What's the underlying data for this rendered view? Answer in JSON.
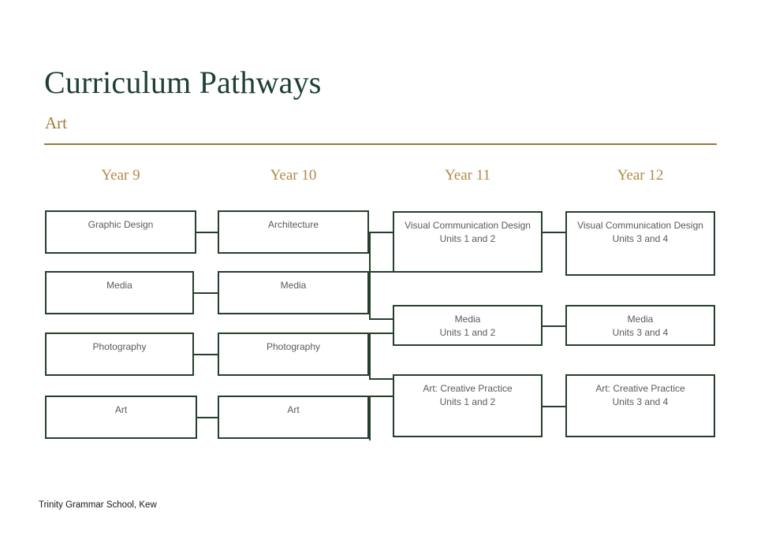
{
  "header": {
    "title": "Curriculum Pathways",
    "subtitle": "Art",
    "rule_color": "#9a7838",
    "title_color": "#1e4034",
    "subtitle_color": "#a07a3c"
  },
  "columns": [
    {
      "label": "Year 9"
    },
    {
      "label": "Year 10"
    },
    {
      "label": "Year 11"
    },
    {
      "label": "Year 12"
    }
  ],
  "theme": {
    "box_border_color": "#24402c",
    "box_text_color": "#5a5a5a",
    "connector_color": "#24402c",
    "background": "#ffffff"
  },
  "nodes": {
    "y9": [
      {
        "line1": "Graphic Design",
        "line2": ""
      },
      {
        "line1": "Media",
        "line2": ""
      },
      {
        "line1": "Photography",
        "line2": ""
      },
      {
        "line1": "Art",
        "line2": ""
      }
    ],
    "y10": [
      {
        "line1": "Architecture",
        "line2": ""
      },
      {
        "line1": "Media",
        "line2": ""
      },
      {
        "line1": "Photography",
        "line2": ""
      },
      {
        "line1": "Art",
        "line2": ""
      }
    ],
    "y11": [
      {
        "line1": "Visual Communication Design",
        "line2": "Units 1 and 2"
      },
      {
        "line1": "Media",
        "line2": "Units 1 and 2"
      },
      {
        "line1": "Art: Creative Practice",
        "line2": "Units 1 and 2"
      }
    ],
    "y12": [
      {
        "line1": "Visual Communication Design",
        "line2": "Units 3 and 4"
      },
      {
        "line1": "Media",
        "line2": "Units 3 and 4"
      },
      {
        "line1": "Art: Creative Practice",
        "line2": "Units 3 and 4"
      }
    ]
  },
  "footer": {
    "text": "Trinity Grammar School, Kew"
  }
}
